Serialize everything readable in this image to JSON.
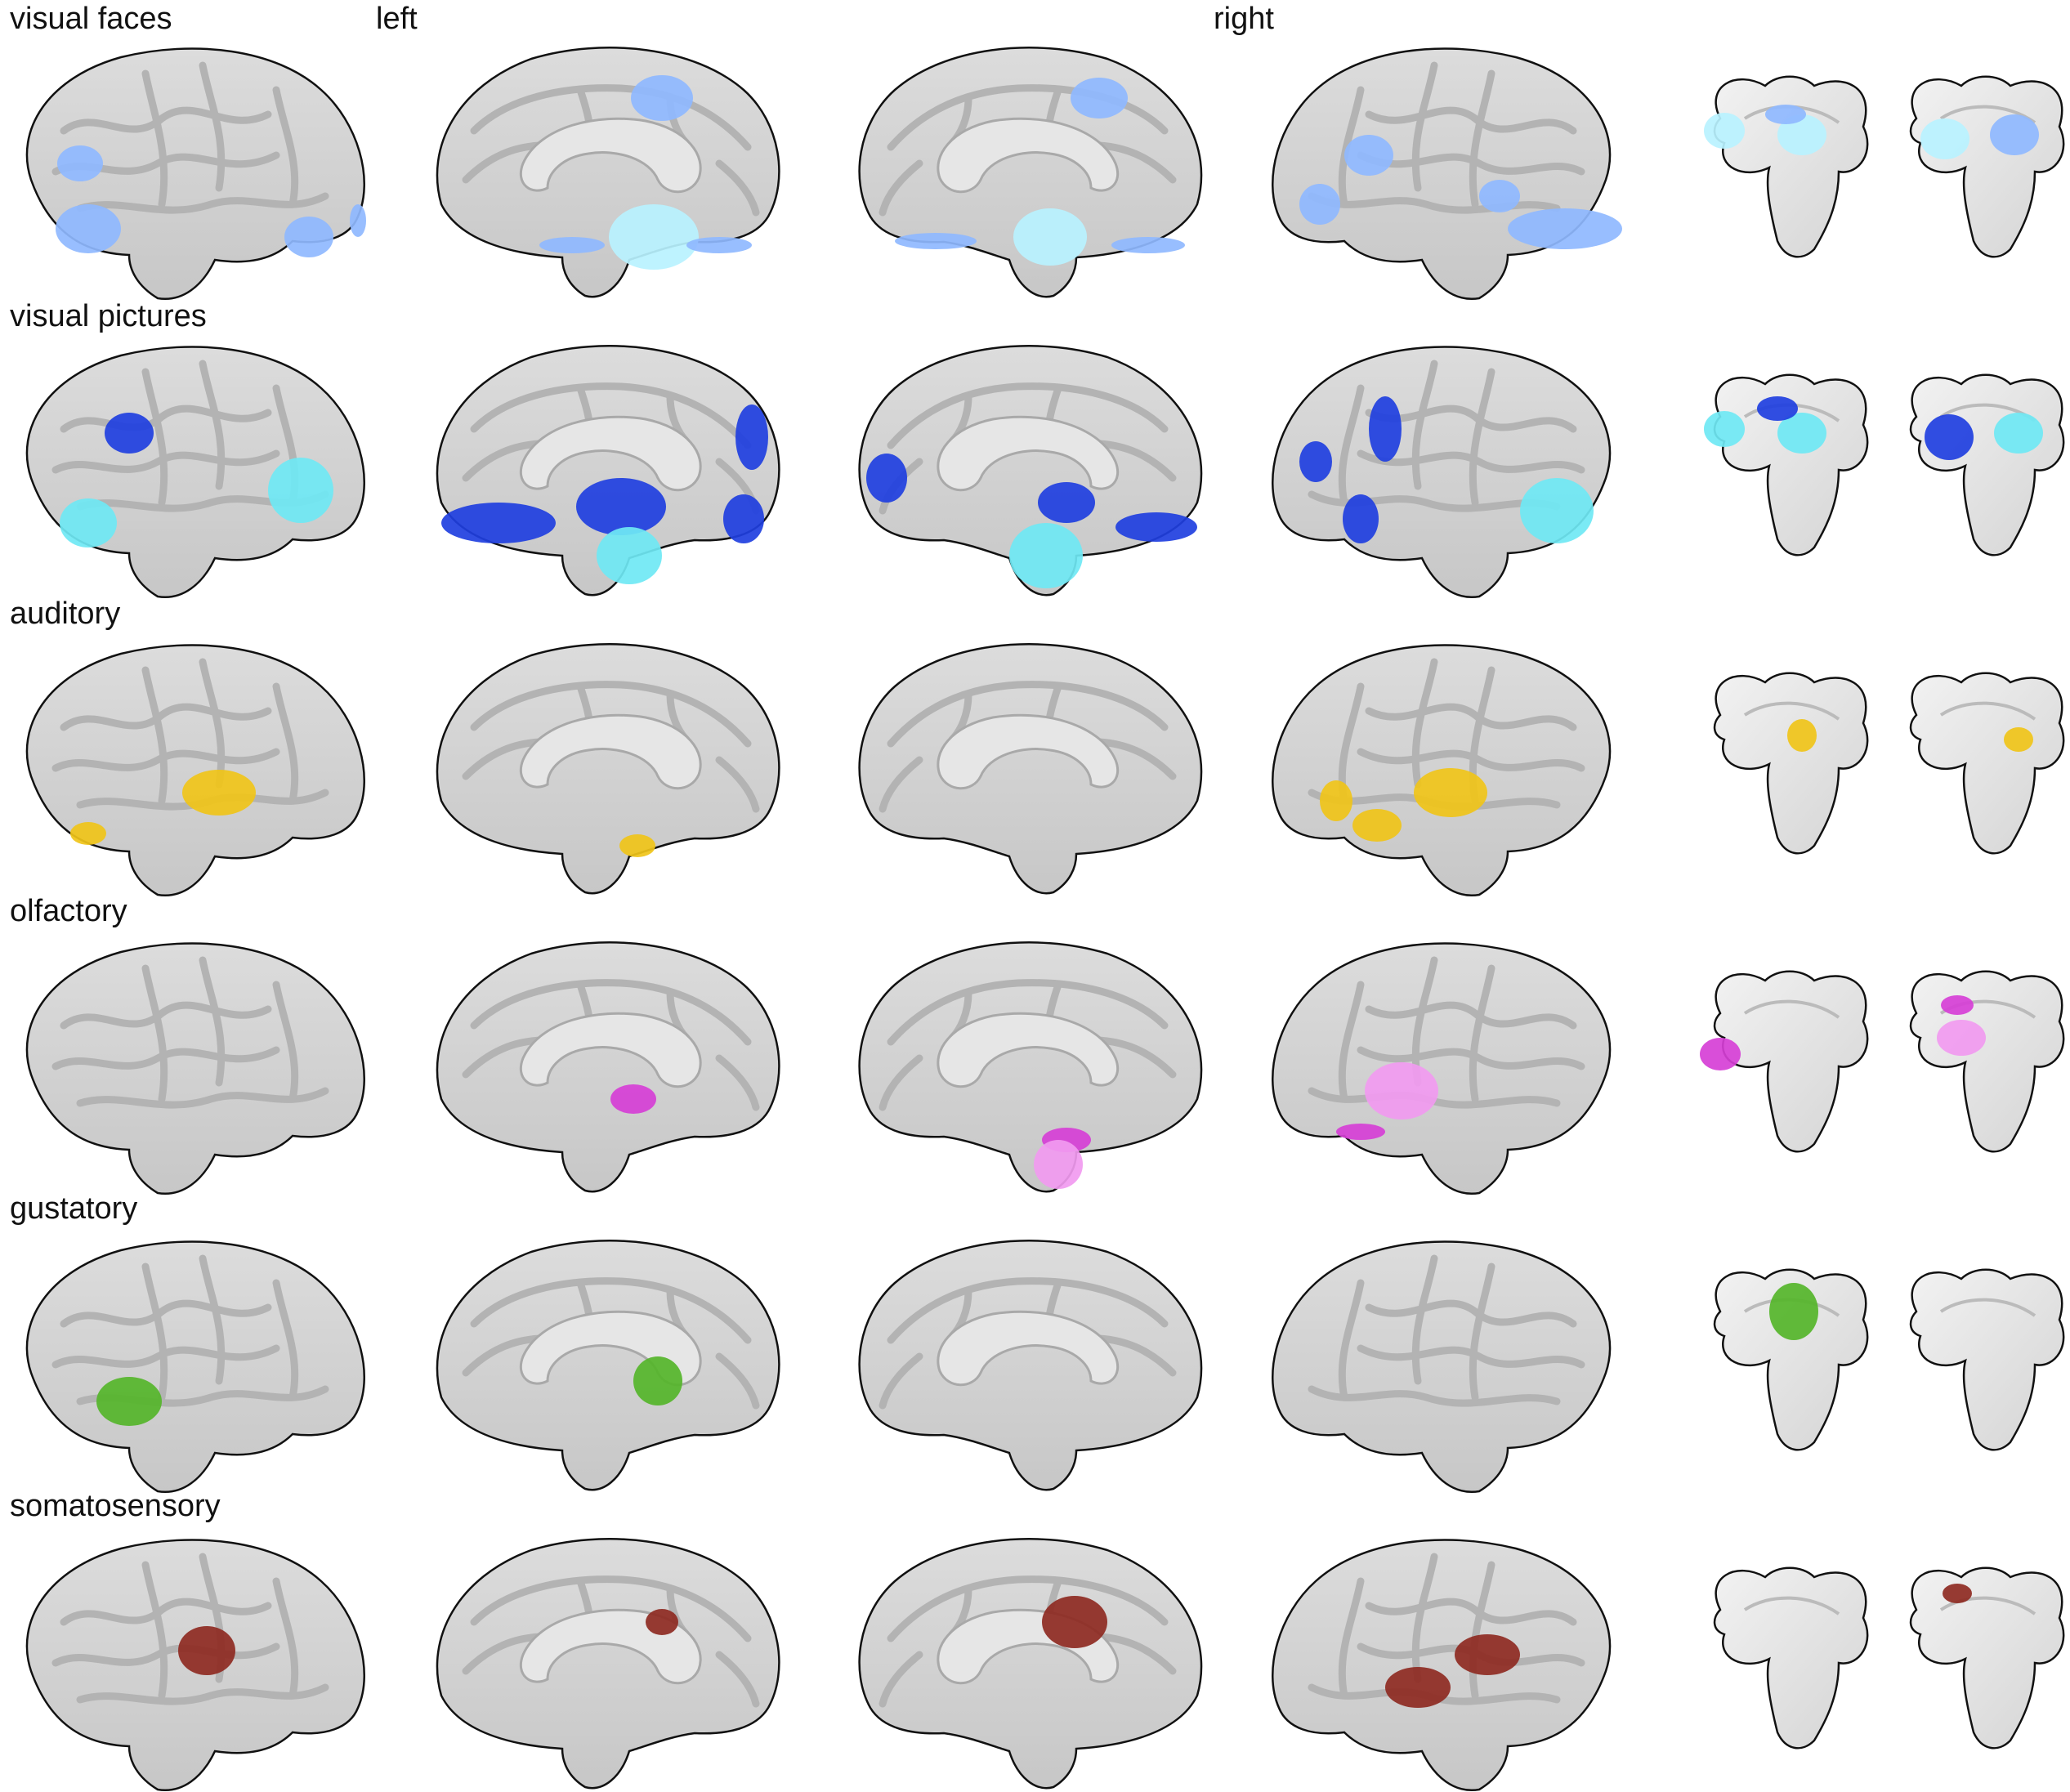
{
  "header": {
    "left": "left",
    "right": "right"
  },
  "rows": [
    {
      "label": "visual faces",
      "color": "#8fb8ff",
      "core": "#b8f2ff"
    },
    {
      "label": "visual pictures",
      "color": "#1f3fe0",
      "core": "#6fe8f4"
    },
    {
      "label": "auditory",
      "color": "#f0c419",
      "core": "#f7d43a"
    },
    {
      "label": "olfactory",
      "color": "#d63fd6",
      "core": "#f19af0"
    },
    {
      "label": "gustatory",
      "color": "#55b52a",
      "core": "#6cc83a"
    },
    {
      "label": "somatosensory",
      "color": "#8e2a22",
      "core": "#a5433a"
    }
  ]
}
